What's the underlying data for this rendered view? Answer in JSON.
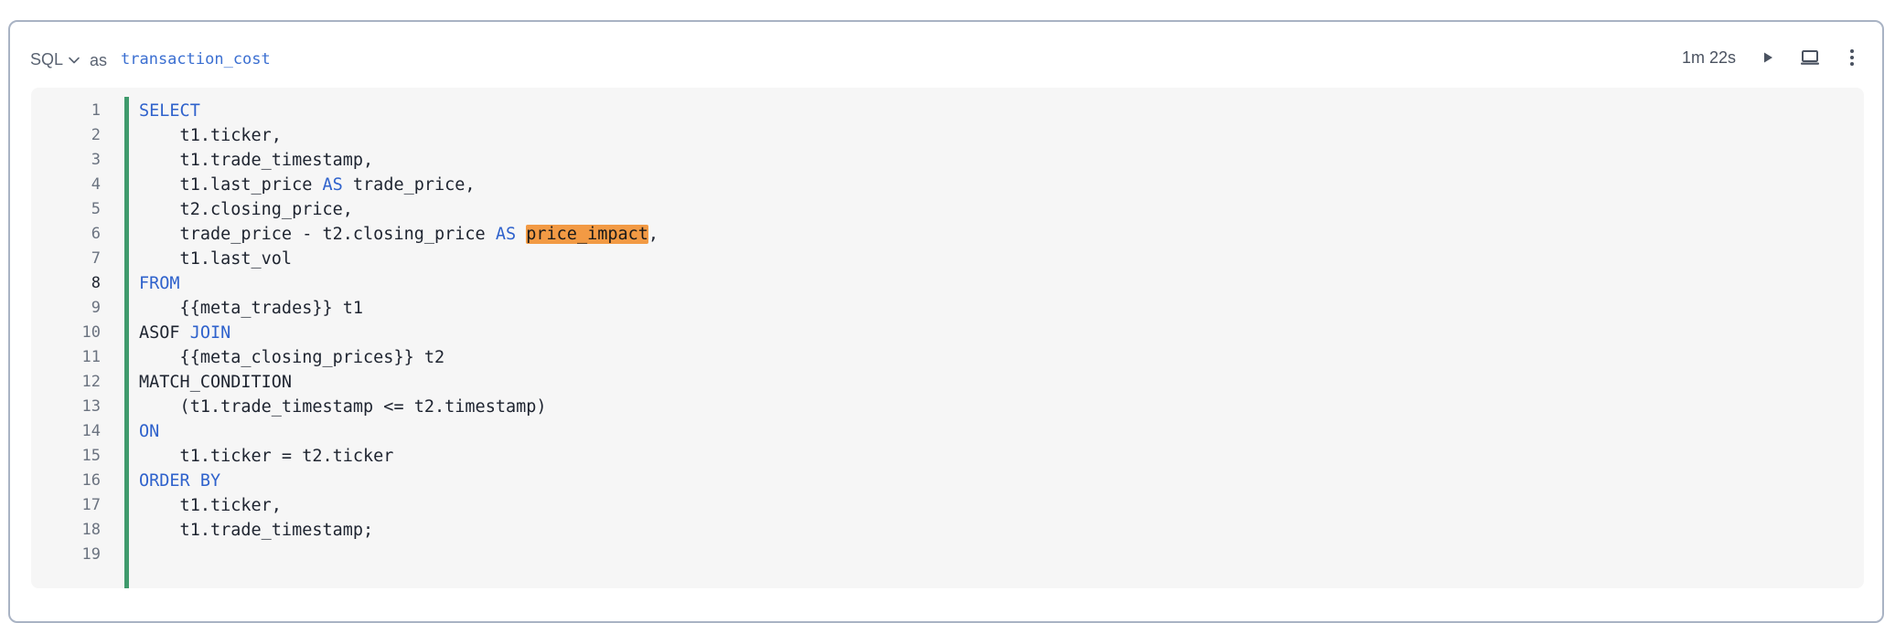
{
  "header": {
    "language": "SQL",
    "as_label": "as",
    "variable_name": "transaction_cost",
    "runtime": "1m 22s"
  },
  "icons": {
    "language_dropdown": "chevron-down-icon",
    "run": "play-icon",
    "output_toggle": "laptop-icon",
    "more": "more-vertical-icon"
  },
  "colors": {
    "keyword": "#2f62cc",
    "highlight": "#f29a44",
    "change_bar": "#3f9a6c",
    "variable": "#3b6fd1"
  },
  "editor": {
    "active_line": 8,
    "lines": [
      [
        {
          "t": "SELECT",
          "k": "kw"
        }
      ],
      [
        {
          "t": "    t1.ticker,"
        }
      ],
      [
        {
          "t": "    t1.trade_timestamp,"
        }
      ],
      [
        {
          "t": "    t1.last_price "
        },
        {
          "t": "AS",
          "k": "kw"
        },
        {
          "t": " trade_price,"
        }
      ],
      [
        {
          "t": "    t2.closing_price,"
        }
      ],
      [
        {
          "t": "    trade_price - t2.closing_price "
        },
        {
          "t": "AS",
          "k": "kw"
        },
        {
          "t": " "
        },
        {
          "t": "price_impact",
          "k": "hl"
        },
        {
          "t": ","
        }
      ],
      [
        {
          "t": "    t1.last_vol"
        }
      ],
      [
        {
          "t": "FROM",
          "k": "kw"
        }
      ],
      [
        {
          "t": "    {{meta_trades}} t1"
        }
      ],
      [
        {
          "t": "ASOF "
        },
        {
          "t": "JOIN",
          "k": "kw"
        }
      ],
      [
        {
          "t": "    {{meta_closing_prices}} t2"
        }
      ],
      [
        {
          "t": "MATCH_CONDITION"
        }
      ],
      [
        {
          "t": "    (t1.trade_timestamp <= t2.timestamp)"
        }
      ],
      [
        {
          "t": "ON",
          "k": "kw"
        }
      ],
      [
        {
          "t": "    t1.ticker = t2.ticker"
        }
      ],
      [
        {
          "t": "ORDER BY",
          "k": "kw"
        }
      ],
      [
        {
          "t": "    t1.ticker,"
        }
      ],
      [
        {
          "t": "    t1.trade_timestamp;"
        }
      ],
      []
    ]
  }
}
